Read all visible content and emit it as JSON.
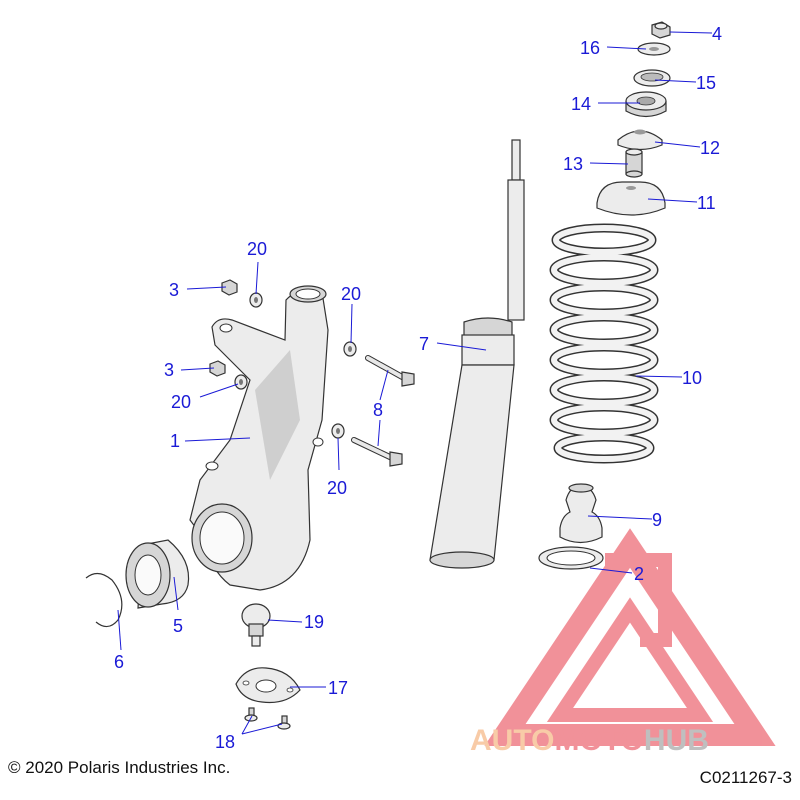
{
  "colors": {
    "callout": "#1a1ad6",
    "line_art": "#333333",
    "part_fill": "#ececec",
    "watermark_red": "#e63946",
    "watermark_orange": "#f4a261",
    "watermark_gray": "#8c8c8c"
  },
  "callouts": [
    {
      "id": "1",
      "label": "1"
    },
    {
      "id": "2",
      "label": "2"
    },
    {
      "id": "3a",
      "label": "3"
    },
    {
      "id": "3b",
      "label": "3"
    },
    {
      "id": "4",
      "label": "4"
    },
    {
      "id": "5",
      "label": "5"
    },
    {
      "id": "6",
      "label": "6"
    },
    {
      "id": "7",
      "label": "7"
    },
    {
      "id": "8",
      "label": "8"
    },
    {
      "id": "9",
      "label": "9"
    },
    {
      "id": "10",
      "label": "10"
    },
    {
      "id": "11",
      "label": "11"
    },
    {
      "id": "12",
      "label": "12"
    },
    {
      "id": "13",
      "label": "13"
    },
    {
      "id": "14",
      "label": "14"
    },
    {
      "id": "15",
      "label": "15"
    },
    {
      "id": "16",
      "label": "16"
    },
    {
      "id": "17",
      "label": "17"
    },
    {
      "id": "18",
      "label": "18"
    },
    {
      "id": "19",
      "label": "19"
    },
    {
      "id": "20a",
      "label": "20"
    },
    {
      "id": "20b",
      "label": "20"
    },
    {
      "id": "20c",
      "label": "20"
    },
    {
      "id": "20d",
      "label": "20"
    }
  ],
  "watermark": {
    "text_auto": "AUTO",
    "text_moto": "MOTO",
    "text_hub": "HUB"
  },
  "copyright": "© 2020 Polaris Industries Inc.",
  "drawing_number": "C0211267-3"
}
